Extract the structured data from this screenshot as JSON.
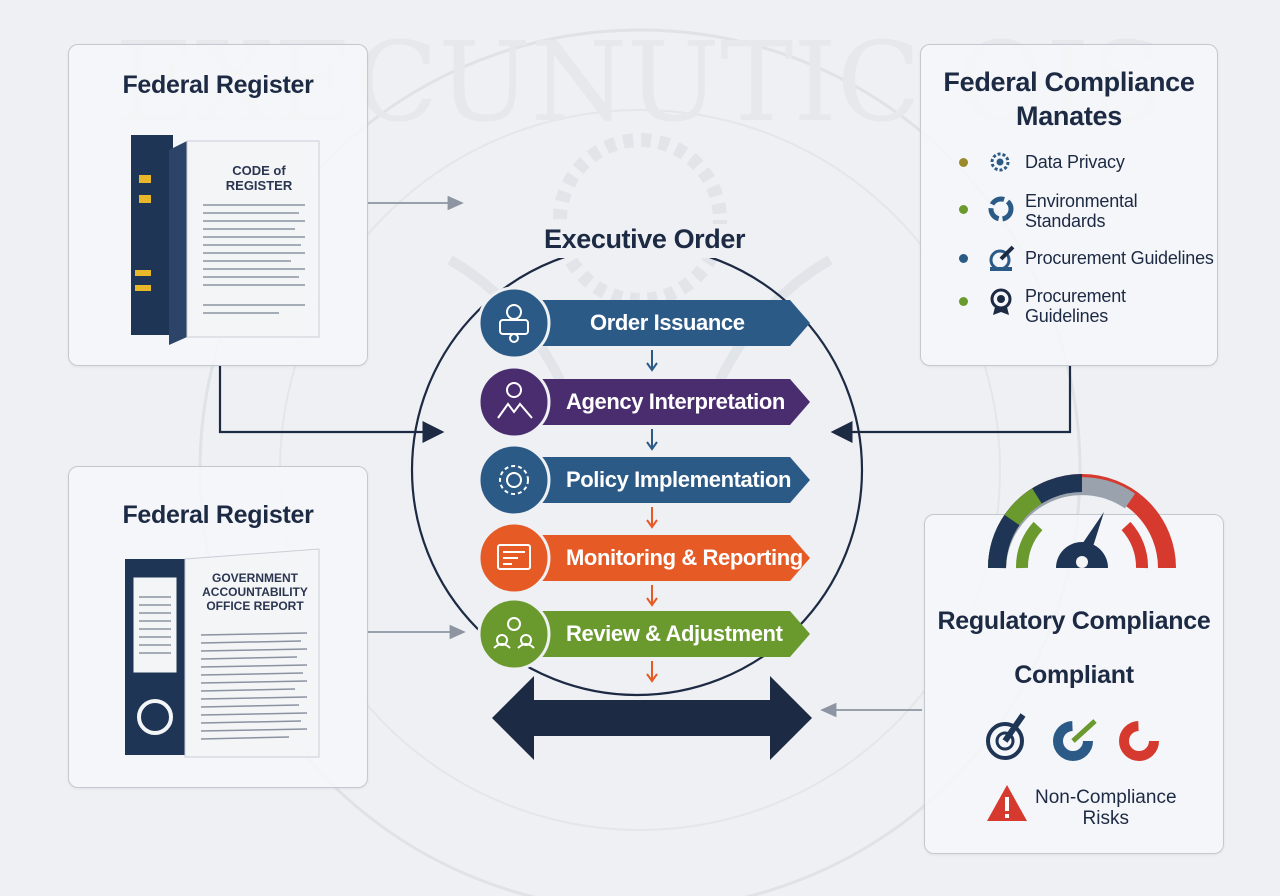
{
  "background": {
    "watermark": "EXECUNUTIC OIS"
  },
  "center": {
    "title": "Executive Order"
  },
  "steps": [
    {
      "label": "Order Issuance",
      "color": "#2b5a86",
      "icon": "user-document-icon"
    },
    {
      "label": "Agency Interpretation",
      "color": "#4a2d6e",
      "icon": "person-hands-icon"
    },
    {
      "label": "Policy Implementation",
      "color": "#2b5a86",
      "icon": "gear-cycle-icon"
    },
    {
      "label": "Monitoring & Reporting",
      "color": "#e65a25",
      "icon": "dashboard-screen-icon"
    },
    {
      "label": "Review & Adjustment",
      "color": "#6a9a2e",
      "icon": "team-gear-icon"
    }
  ],
  "top_left": {
    "title": "Federal Register",
    "book_title": "CODE of REGISTER"
  },
  "bottom_left": {
    "title": "Federal Register",
    "book_title": "GOVERNMENT ACCOUNTABILITY OFFICE REPORT"
  },
  "top_right": {
    "title_line1": "Federal Compliance",
    "title_line2": "Manates",
    "items": [
      {
        "label": "Data Privacy",
        "bullet": "#9a8a2a",
        "icon": "gear-icon"
      },
      {
        "label_line1": "Environmental",
        "label_line2": "Standards",
        "bullet": "#6a9a2e",
        "icon": "recycle-icon"
      },
      {
        "label": "Procurement Guidelines",
        "bullet": "#2b5a86",
        "icon": "gavel-icon"
      },
      {
        "label_line1": "Procurement",
        "label_line2": "Guidelines",
        "bullet": "#6a9a2e",
        "icon": "badge-icon"
      }
    ]
  },
  "bottom_right": {
    "title": "Regulatory Compliance",
    "status": "Compliant",
    "risk_label_line1": "Non-Compliance",
    "risk_label_line2": "Risks",
    "gauge_colors": [
      "#1f3555",
      "#6a9a2e",
      "#9aa3ad",
      "#d63a2f"
    ]
  }
}
